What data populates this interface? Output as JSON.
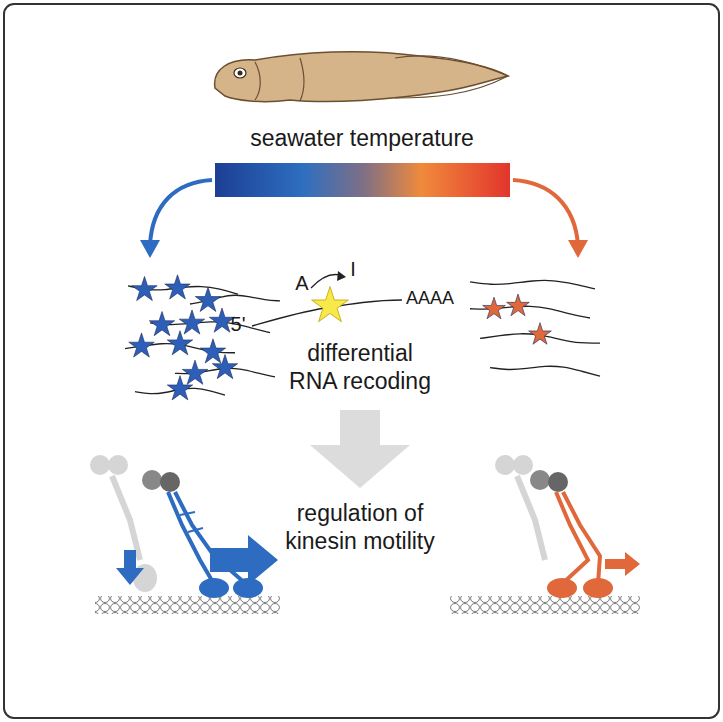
{
  "diagram": {
    "labels": [
      "seawater temperature",
      "A",
      "I",
      "5'",
      "AAAA",
      "differential RNA recoding",
      "regulation of kinesin motility"
    ]
  }
}
